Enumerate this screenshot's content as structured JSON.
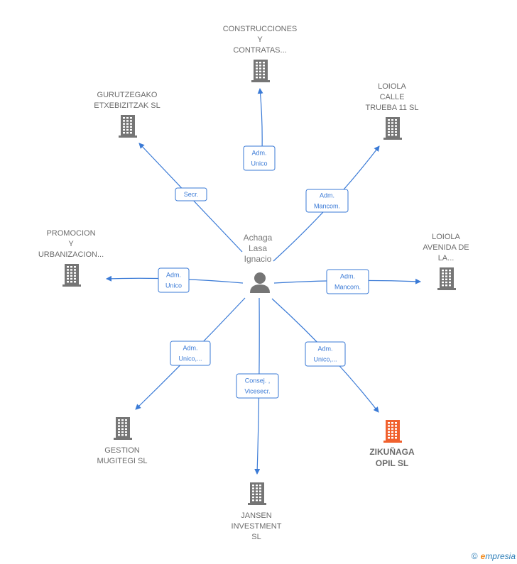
{
  "center": {
    "label": [
      "Achaga",
      "Lasa",
      "Ignacio"
    ]
  },
  "colors": {
    "edge": "#3a7ad6",
    "building": "#757575",
    "highlight": "#f0612e"
  },
  "nodes": [
    {
      "id": "construcciones",
      "label": [
        "CONSTRUCCIONES",
        "Y",
        "CONTRATAS..."
      ],
      "role": [
        "Adm.",
        "Unico"
      ],
      "highlight": false
    },
    {
      "id": "gurutzegako",
      "label": [
        "GURUTZEGAKO",
        "ETXEBIZITZAK SL"
      ],
      "role": [
        "Secr."
      ],
      "highlight": false
    },
    {
      "id": "loiola-calle",
      "label": [
        "LOIOLA",
        "CALLE",
        "TRUEBA 11  SL"
      ],
      "role": [
        "Adm.",
        "Mancom."
      ],
      "highlight": false
    },
    {
      "id": "promocion",
      "label": [
        "PROMOCION",
        "Y",
        "URBANIZACION..."
      ],
      "role": [
        "Adm.",
        "Unico"
      ],
      "highlight": false
    },
    {
      "id": "loiola-avenida",
      "label": [
        "LOIOLA",
        "AVENIDA DE",
        "LA..."
      ],
      "role": [
        "Adm.",
        "Mancom."
      ],
      "highlight": false
    },
    {
      "id": "gestion",
      "label": [
        "GESTION",
        "MUGITEGI  SL"
      ],
      "role": [
        "Adm.",
        "Unico,..."
      ],
      "highlight": false
    },
    {
      "id": "zikunaga",
      "label": [
        "ZIKUÑAGA",
        "OPIL  SL"
      ],
      "role": [
        "Adm.",
        "Unico,..."
      ],
      "highlight": true
    },
    {
      "id": "jansen",
      "label": [
        "JANSEN",
        "INVESTMENT",
        "SL"
      ],
      "role": [
        "Consej. ,",
        "Vicesecr."
      ],
      "highlight": false
    }
  ],
  "footer": {
    "copyright": "©",
    "brand_e": "e",
    "brand_rest": "mpresia"
  }
}
